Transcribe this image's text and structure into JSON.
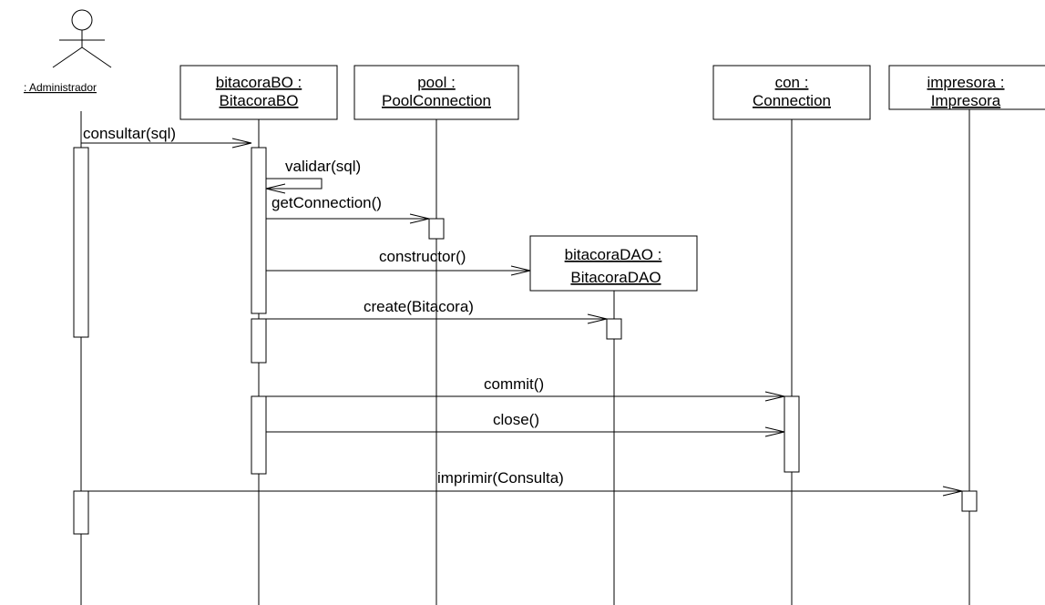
{
  "actor": {
    "label": ": Administrador"
  },
  "objects": {
    "bitacoraBO": {
      "line1": "bitacoraBO :",
      "line2": "BitacoraBO"
    },
    "pool": {
      "line1": "pool :",
      "line2": "PoolConnection"
    },
    "con": {
      "line1": "con :",
      "line2": "Connection"
    },
    "impresora": {
      "line1": "impresora :",
      "line2": "Impresora"
    },
    "bitacoraDAO": {
      "line1": "bitacoraDAO :",
      "line2": "BitacoraDAO"
    }
  },
  "messages": {
    "consultar": "consultar(sql)",
    "validar": "validar(sql)",
    "getConnection": "getConnection()",
    "constructor": "constructor()",
    "create": "create(Bitacora)",
    "commit": "commit()",
    "close": "close()",
    "imprimir": "imprimir(Consulta)"
  }
}
